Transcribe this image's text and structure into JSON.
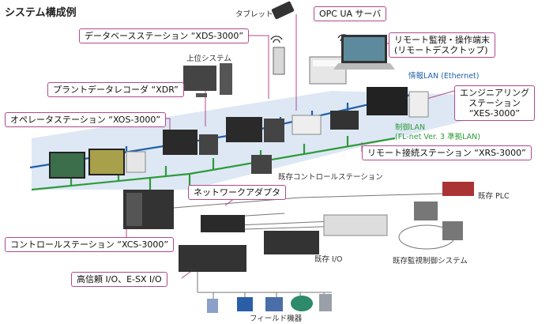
{
  "title": "システム構成例",
  "labels": {
    "opc": "OPC UA サーバ",
    "xds": "データベースステーション “XDS-3000”",
    "remote_term_1": "リモート監視・操作端末",
    "remote_term_2": "(リモートデスクトップ)",
    "xdr": "プラントデータレコーダ “XDR”",
    "xos": "オペレータステーション “XOS-3000”",
    "xes_1": "エンジニアリング",
    "xes_2": "ステーション",
    "xes_3": "“XES-3000”",
    "xrs": "リモート接続ステーション “XRS-3000”",
    "network_adapter": "ネットワークアダプタ",
    "xcs": "コントロールステーション “XCS-3000”",
    "hri": "高信頼 I/O、E-SX I/O"
  },
  "texts": {
    "tablet": "タブレット",
    "upper_system": "上位システム",
    "info_lan": "情報LAN (Ethernet)",
    "control_lan": "制御LAN",
    "control_lan_sub": "(FL-net Ver. 3 準拠LAN)",
    "existing_control": "既存コントロールステーション",
    "existing_plc": "既存 PLC",
    "existing_io": "既存 I/O",
    "existing_monitor": "既存監視制御システム",
    "field_devices": "フィールド機器"
  },
  "colors": {
    "label_border": "#b04a8c",
    "info_lan": "#1f5fa8",
    "control_lan": "#2e9a3a",
    "floor": "#dde8f4"
  }
}
